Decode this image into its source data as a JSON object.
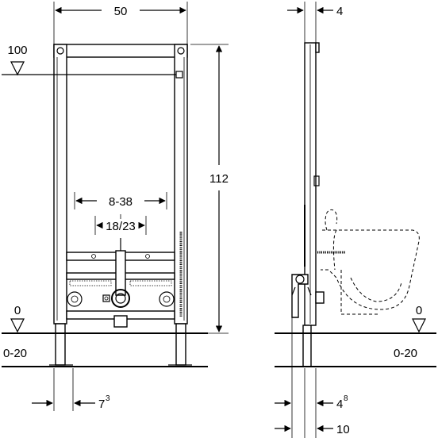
{
  "front_view": {
    "width_dim": "50",
    "height_dim": "112",
    "level_top": "100",
    "level_zero": "0",
    "floor_range": "0-20",
    "spacing_outer": "8-38",
    "spacing_inner": "18/23",
    "offset_base": "7",
    "offset_exp": "3"
  },
  "side_view": {
    "depth_dim": "4",
    "level_zero": "0",
    "floor_range": "0-20",
    "offset_base": "4",
    "offset_exp": "8",
    "total_depth": "10"
  }
}
